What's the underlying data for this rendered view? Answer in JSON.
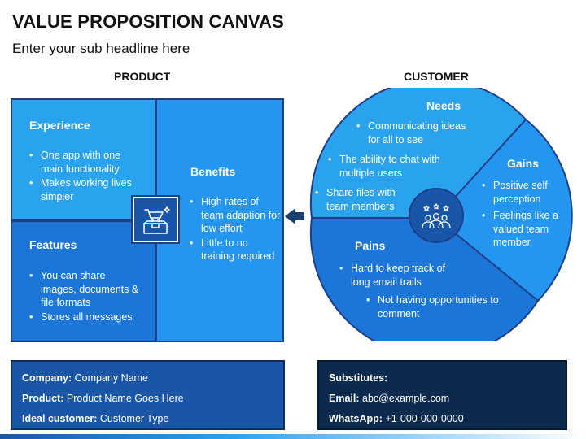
{
  "header": {
    "title": "VALUE PROPOSITION CANVAS",
    "subtitle": "Enter your sub headline here"
  },
  "product": {
    "heading": "PRODUCT",
    "experience": {
      "title": "Experience",
      "items": [
        "One app with one main functionality",
        "Makes working lives simpler"
      ]
    },
    "features": {
      "title": "Features",
      "items": [
        "You can share images, documents & file formats",
        "Stores all messages"
      ]
    },
    "benefits": {
      "title": "Benefits",
      "items": [
        "High rates of team adaption for low effort",
        "Little to no training required"
      ]
    },
    "icon": "shopping-cart-box-icon"
  },
  "customer": {
    "heading": "CUSTOMER",
    "needs": {
      "title": "Needs",
      "items": [
        "Communicating ideas for all to see",
        "The ability to chat with multiple users",
        "Share files with team members"
      ]
    },
    "gains": {
      "title": "Gains",
      "items": [
        "Positive self perception",
        "Feelings like a valued team member"
      ]
    },
    "pains": {
      "title": "Pains",
      "items": [
        "Hard to keep track of long email trails",
        "Not having opportunities to comment"
      ]
    },
    "icon": "team-stars-icon"
  },
  "info_left": {
    "company_label": "Company:",
    "company_value": "Company Name",
    "product_label": "Product:",
    "product_value": "Product Name Goes Here",
    "ideal_label": "Ideal customer:",
    "ideal_value": "Customer Type"
  },
  "info_right": {
    "substitutes_label": "Substitutes:",
    "email_label": "Email:",
    "email_value": "abc@example.com",
    "whatsapp_label": "WhatsApp:",
    "whatsapp_value": "+1-000-000-0000"
  },
  "colors": {
    "light_blue": "#2aa3ee",
    "mid_blue": "#2596f0",
    "blue": "#1b76d7",
    "dark_blue": "#1a56a8",
    "navy": "#0b2a4e"
  }
}
